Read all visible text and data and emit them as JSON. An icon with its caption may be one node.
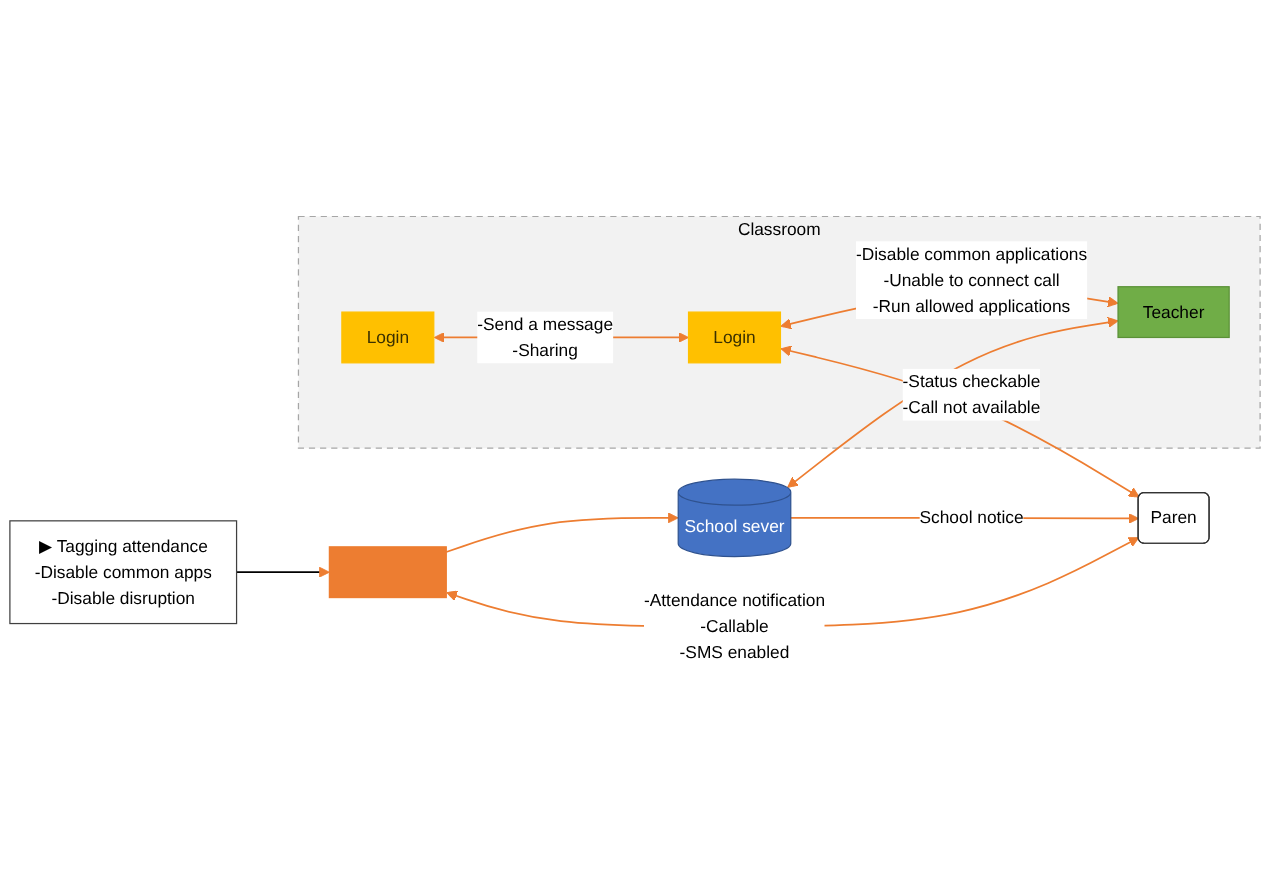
{
  "diagram": {
    "nodes": [
      {
        "text": [
          "Classroom"
        ]
      },
      {
        "text": [
          "Login"
        ],
        "in": 0
      },
      {
        "text": [
          "Login"
        ],
        "in": 0
      },
      {
        "text": [
          "Teacher"
        ],
        "in": 0
      },
      {
        "text": [
          "School sever"
        ]
      },
      {
        "text": [
          "Paren"
        ]
      },
      {
        "text": [],
        "shape": "bar"
      },
      {
        "text": [
          "▶ Tagging attendance -Disable common apps -Disable disruption"
        ]
      }
    ],
    "edges": [
      {
        "from": 4,
        "to": 5,
        "arrow": "to",
        "label": "School notice"
      },
      {
        "from": 1,
        "to": 2,
        "arrow": "both",
        "label": "-Send a message -Sharing"
      },
      {
        "from": 2,
        "to": 5,
        "arrow": "both",
        "label": "-Status checkable -Call not available"
      },
      {
        "from": 2,
        "to": 3,
        "arrow": "both",
        "label": "-Disable common applications -Unable to connect call -Run allowed applications"
      },
      {
        "from": 4,
        "to": 3,
        "arrow": "both"
      },
      {
        "from": 6,
        "to": 4,
        "arrow": "to"
      },
      {
        "from": 6,
        "to": 5,
        "arrow": "both",
        "label": "-Attendance notification -Callable -SMS enabled"
      },
      {
        "from": 7,
        "to": 6,
        "arrow": "to",
        "color": "#000000"
      }
    ]
  }
}
